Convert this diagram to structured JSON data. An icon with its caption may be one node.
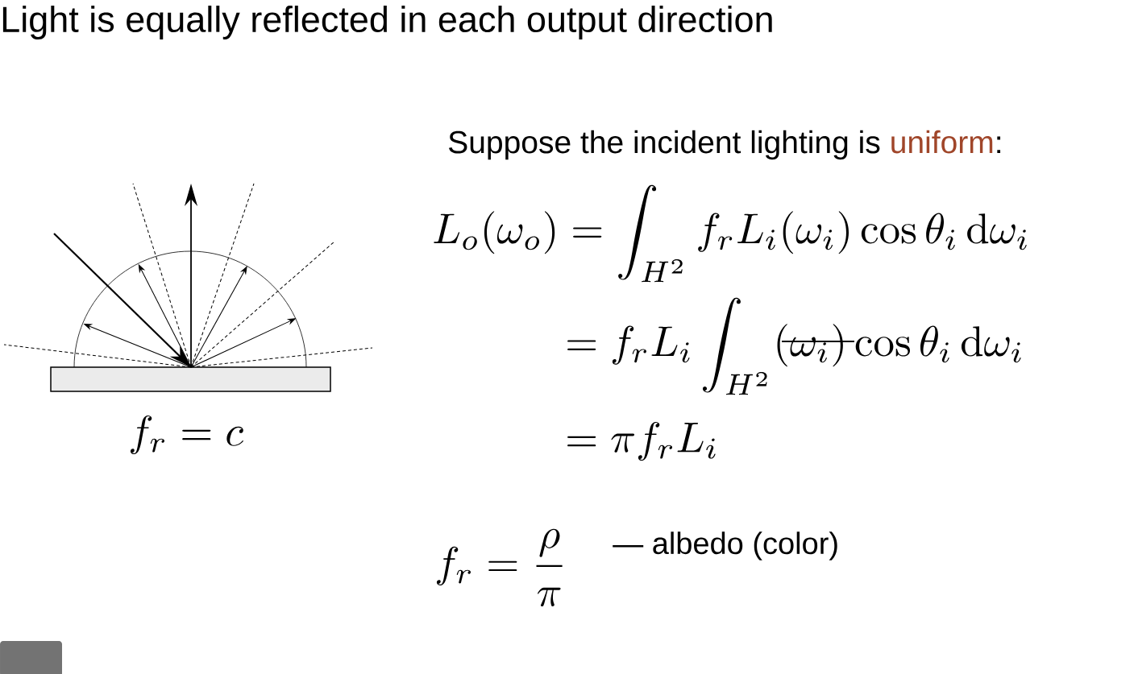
{
  "diagram": {
    "title": "Light is equally reflected in each output direction",
    "labels": [
      "Suppose the incident lighting is",
      "uniform",
      ":",
      "L_o(\\omega_o) = \\int_{H^2} f_r L_i(\\omega_i) \\cos\\theta_i \\,\\mathrm{d}\\omega_i",
      "= f_r L_i \\int_{H^2} (\\omega_i) \\cos\\theta_i \\,\\mathrm{d}\\omega_i",
      "= \\pi f_r L_i",
      "f_r = c",
      "f_r = \\frac{\\rho}{\\pi}",
      "— albedo (color)"
    ]
  }
}
